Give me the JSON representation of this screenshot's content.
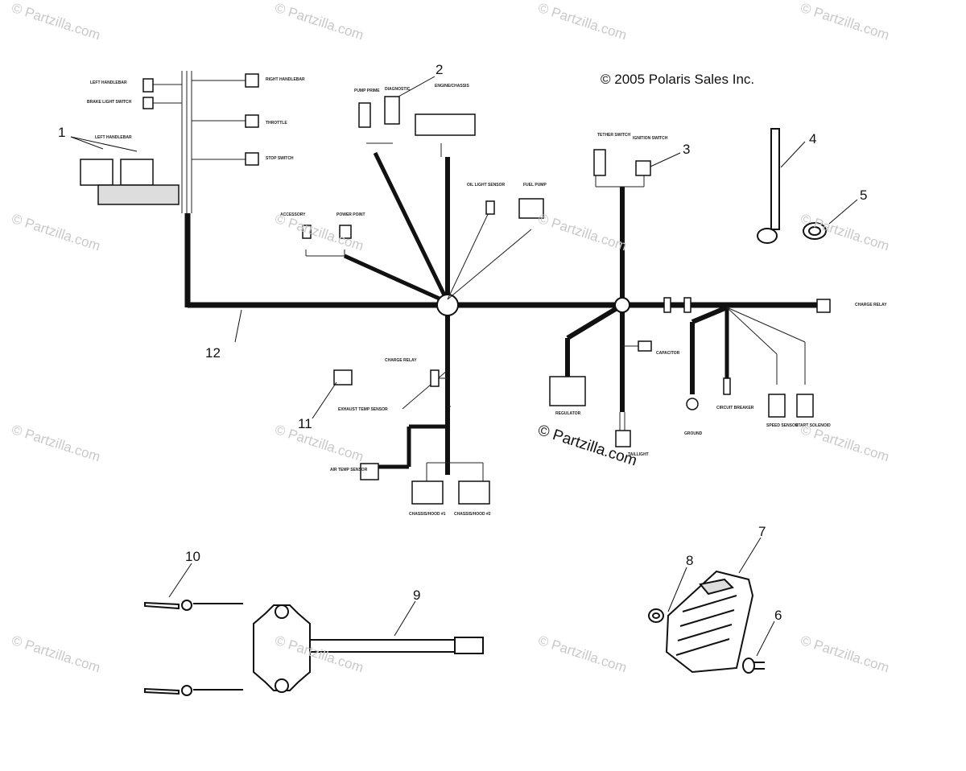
{
  "copyright": "© 2005 Polaris Sales Inc.",
  "watermark": "© Partzilla.com",
  "watermark_center": "© Partzilla.com",
  "callouts": [
    "1",
    "2",
    "3",
    "4",
    "5",
    "6",
    "7",
    "8",
    "9",
    "10",
    "11",
    "12"
  ],
  "component_labels": {
    "left_handlebar_top": "LEFT HANDLEBAR",
    "brake_light_switch": "BRAKE LIGHT SWITCH",
    "right_handlebar": "RIGHT HANDLEBAR",
    "throttle": "THROTTLE",
    "stop_switch": "STOP SWITCH",
    "left_handlebar": "LEFT HANDLEBAR",
    "pump_prime": "PUMP PRIME",
    "diagnostic": "DIAGNOSTIC",
    "engine_chassis": "ENGINE/CHASSIS",
    "accessory": "ACCESSORY",
    "power_point": "POWER POINT",
    "oil_light_sensor": "OIL LIGHT SENSOR",
    "fuel_pump": "FUEL PUMP",
    "tether_switch": "TETHER SWITCH",
    "ignition_switch": "IGNITION SWITCH",
    "charge_relay_right": "CHARGE RELAY",
    "charge_relay_left": "CHARGE RELAY",
    "exhaust_temp_sensor": "EXHAUST TEMP SENSOR",
    "air_temp_sensor": "AIR TEMP SENSOR",
    "chassis_hood_1": "CHASSIS/HOOD #1",
    "chassis_hood_2": "CHASSIS/HOOD #2",
    "regulator": "REGULATOR",
    "capacitor": "CAPACITOR",
    "taillight": "TAILLIGHT",
    "ground": "GROUND",
    "circuit_breaker": "CIRCUIT BREAKER",
    "speed_sensor": "SPEED SENSOR",
    "start_solenoid": "START SOLENOID"
  }
}
